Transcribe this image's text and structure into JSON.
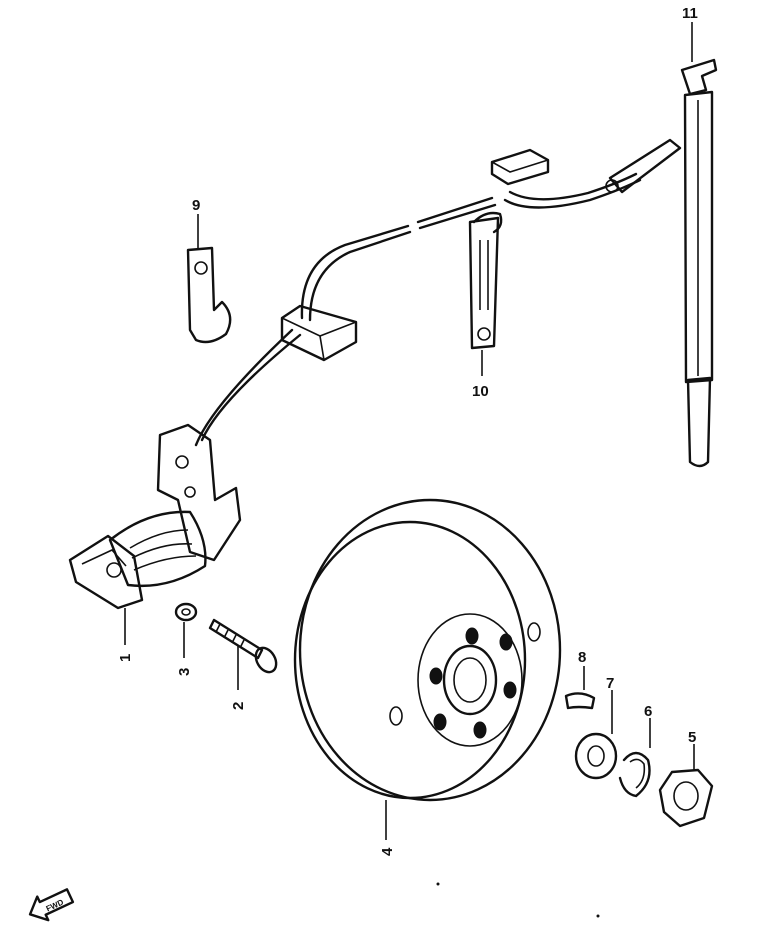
{
  "callouts": {
    "c1": "1",
    "c2": "2",
    "c3": "3",
    "c4": "4",
    "c5": "5",
    "c6": "6",
    "c7": "7",
    "c8": "8",
    "c9": "9",
    "c10": "10",
    "c11": "11"
  },
  "direction_arrow": {
    "text": "FWD",
    "icon": "forward-arrow-icon"
  },
  "colors": {
    "ink": "#111111",
    "paper": "#ffffff"
  }
}
